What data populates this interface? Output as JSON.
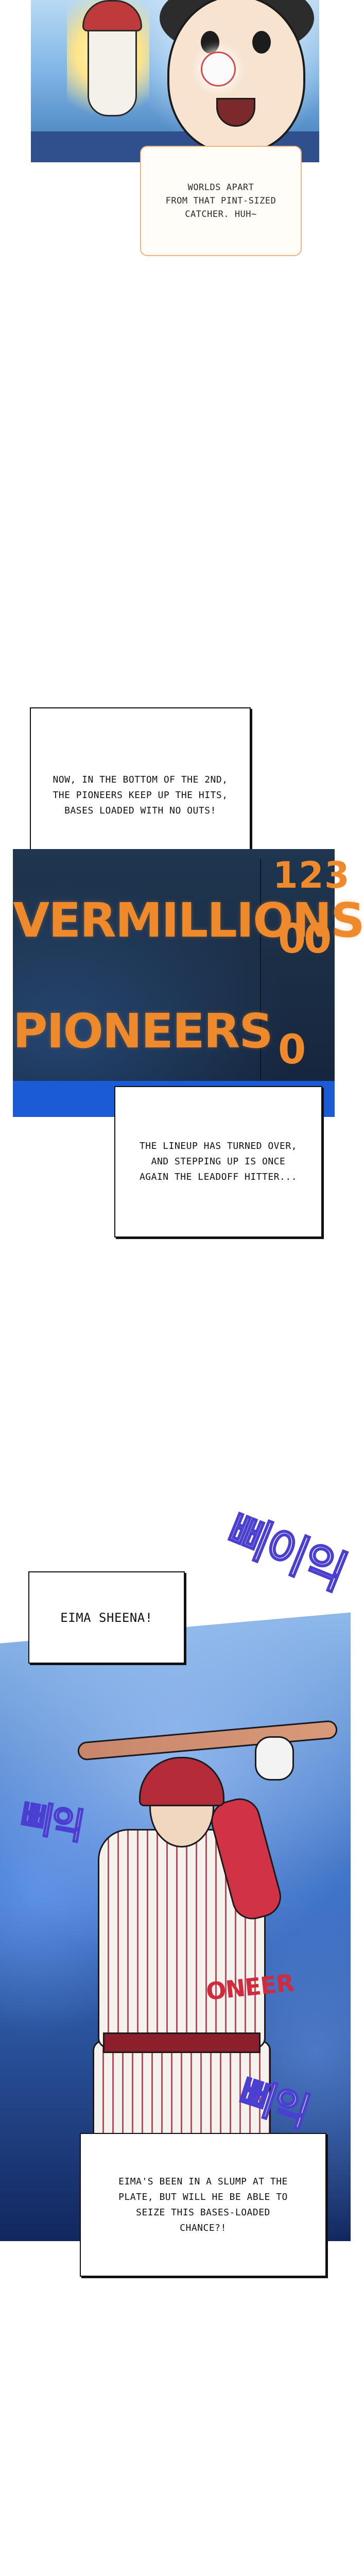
{
  "panel1": {
    "bubble_text": "WORLDS APART\nFROM THAT PINT-SIZED\nCATCHER. HUH~"
  },
  "narration1": {
    "text": "NOW, IN THE BOTTOM OF THE 2ND,\nTHE PIONEERS KEEP UP THE HITS,\nBASES LOADED WITH NO OUTS!"
  },
  "scoreboard": {
    "teams": [
      "VERMILLIONS",
      "PIONEERS"
    ],
    "innings": [
      "1",
      "2",
      "3"
    ],
    "scores": {
      "vermillions": [
        "0",
        "0"
      ],
      "pioneers": [
        "0"
      ]
    },
    "colors": {
      "digit": "#ee8a2c",
      "board": "#1f3650",
      "accent_bar": "#1c5bd6"
    }
  },
  "narration2": {
    "text": "THE LINEUP HAS TURNED OVER,\nAND STEPPING UP IS ONCE\nAGAIN THE LEADOFF HITTER..."
  },
  "narration3": {
    "text": "EIMA SHEENA!"
  },
  "jersey_logo": "ONEER",
  "sfx": [
    "삐이익",
    "삐익",
    "삐익"
  ],
  "narration4": {
    "text": "EIMA'S BEEN IN A SLUMP AT THE\nPLATE, BUT WILL HE BE ABLE TO\nSEIZE THIS BASES-LOADED\nCHANCE?!"
  }
}
